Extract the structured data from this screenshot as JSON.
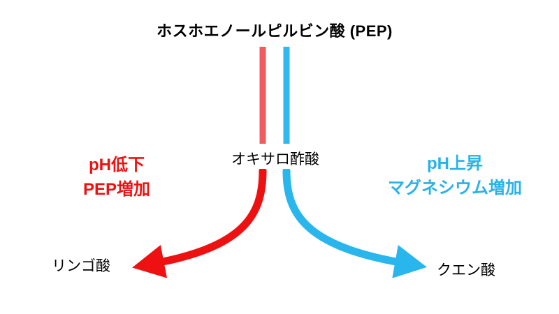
{
  "diagram": {
    "top_label": "ホスホエノールピルビン酸 (PEP)",
    "middle_label": "オキサロ酢酸",
    "left_condition": {
      "line1": "pH低下",
      "line2": "PEP増加"
    },
    "right_condition": {
      "line1": "pH上昇",
      "line2": "マグネシウム増加"
    },
    "left_product": "リンゴ酸",
    "right_product": "クエン酸"
  },
  "colors": {
    "red_line": "#F25B5B",
    "red_arrow": "#EE1111",
    "red_text": "#EE1111",
    "blue_line": "#2FB9F0",
    "blue_arrow": "#29B6EC",
    "blue_text": "#29B2E8",
    "text": "#000000",
    "background": "#FFFFFF"
  }
}
